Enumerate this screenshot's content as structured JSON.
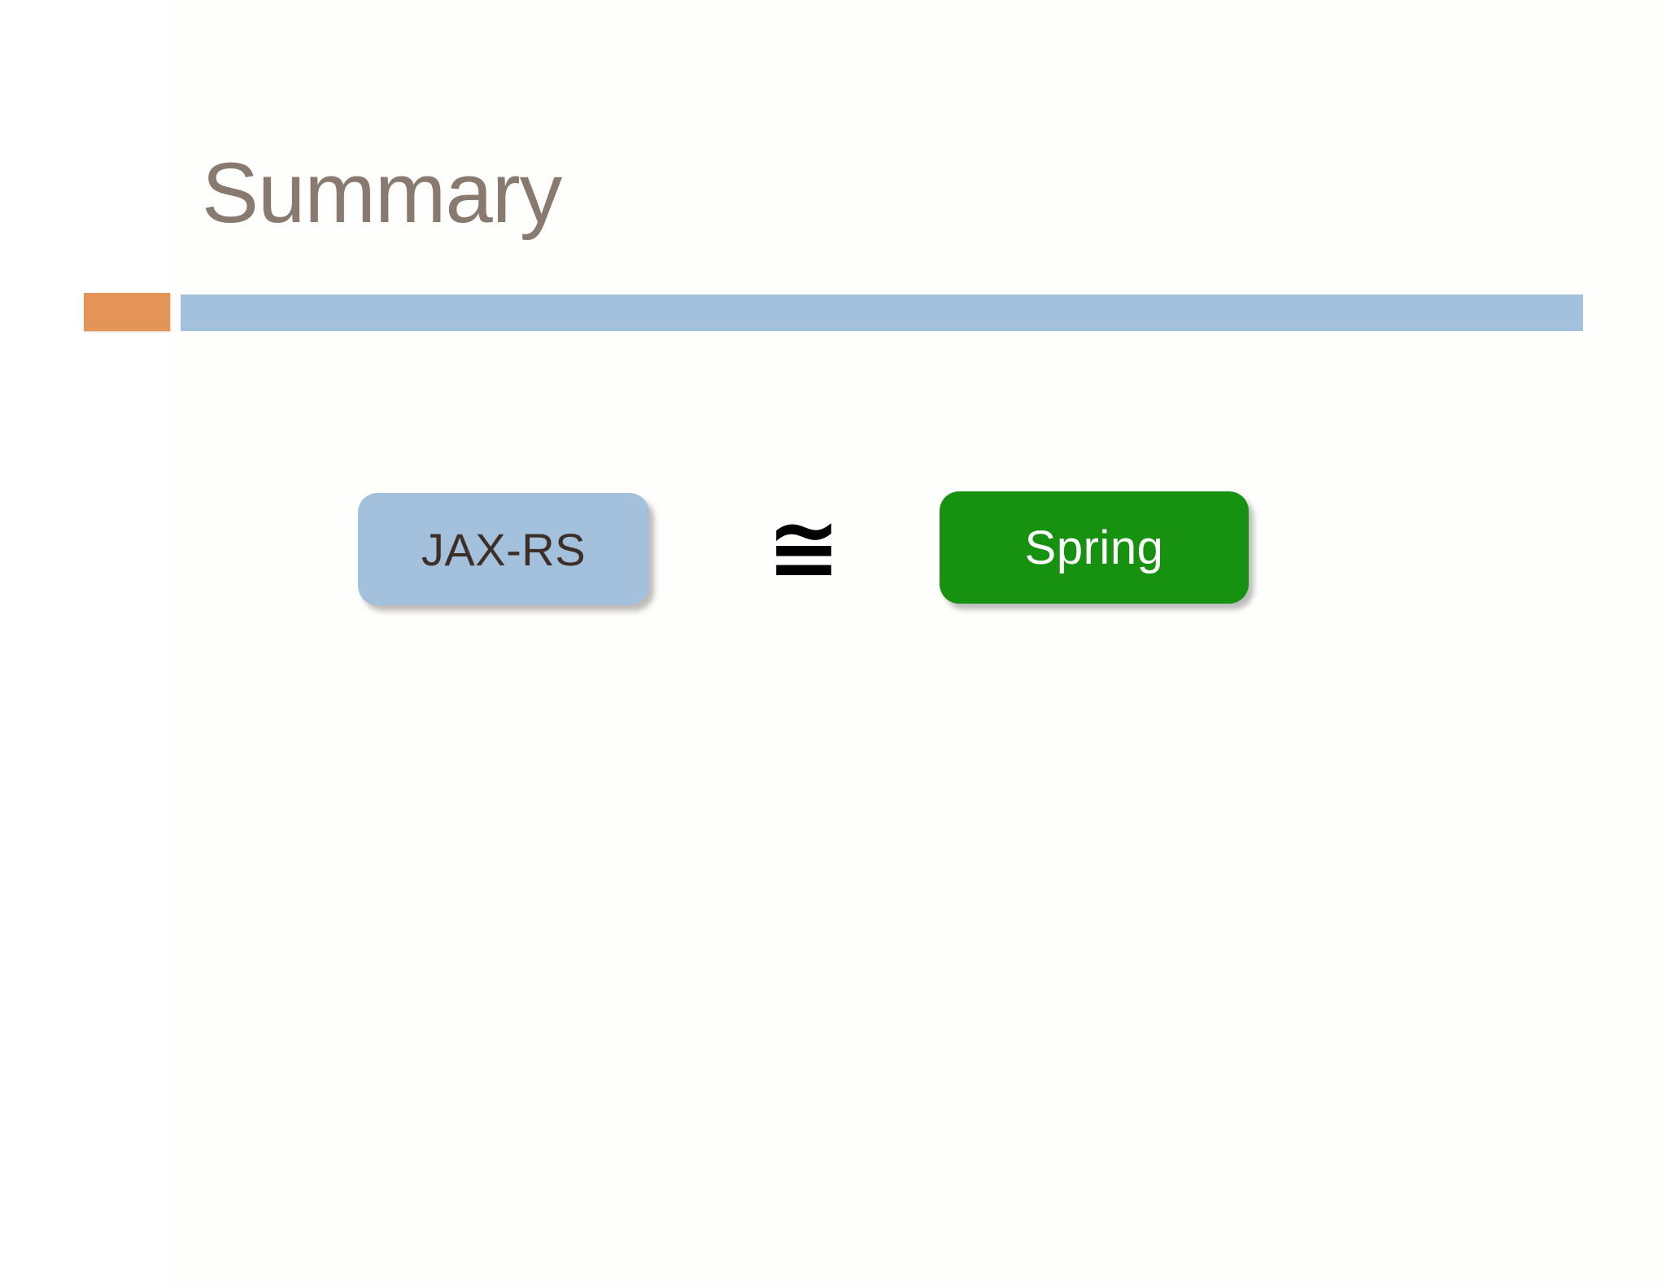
{
  "slide": {
    "title": "Summary",
    "background_color": "#ffffff",
    "title_color": "#897a6f",
    "accent_orange_color": "#e59457",
    "accent_bar_color": "#a3c1dc"
  },
  "diagram": {
    "type": "relation",
    "left_shape": {
      "label": "JAX-RS",
      "fill_color": "#a3c1dc",
      "text_color": "#3d2f27"
    },
    "relation": {
      "symbol": "≅",
      "name": "approximately-equal",
      "color": "#000000"
    },
    "right_shape": {
      "label": "Spring",
      "fill_color": "#169110",
      "text_color": "#ffffff"
    }
  }
}
